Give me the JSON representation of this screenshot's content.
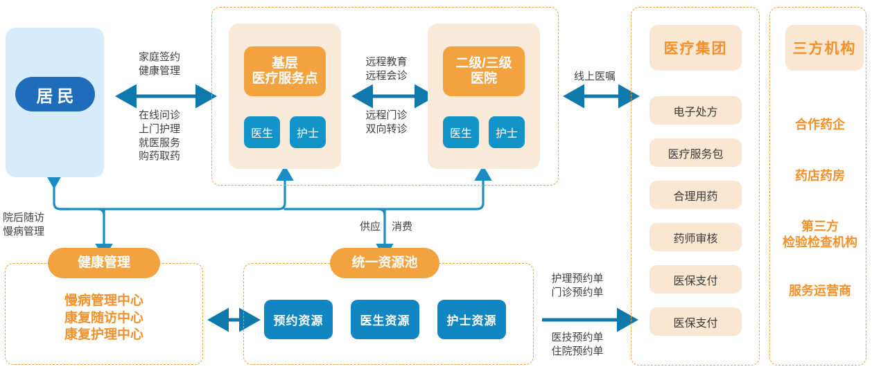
{
  "colors": {
    "orange": "#f2a23e",
    "orange_text": "#f2902c",
    "beige": "#faeada",
    "chip_beige": "#fae7d2",
    "blue_dark": "#1f6cba",
    "cyan": "#1394c9",
    "arrow_blue": "#1079ab",
    "resident_bg": "#d6ecfa",
    "dash_border": "#f0a33c"
  },
  "resident": {
    "label": "居民"
  },
  "care_panel": {
    "primary": {
      "title": "基层\n医疗服务点",
      "roles": [
        "医生",
        "护士"
      ]
    },
    "hospital": {
      "title": "二级/三级\n医院",
      "roles": [
        "医生",
        "护士"
      ]
    }
  },
  "edge_labels": {
    "resident_to_care_top": "家庭签约\n健康管理",
    "resident_to_care_bottom": "在线问诊\n上门护理\n就医服务\n购药取药",
    "care_internal_top": "远程教育\n远程会诊",
    "care_internal_bottom": "远程门诊\n双向转诊",
    "care_to_group": "线上医嘱",
    "post_discharge": "院后随访\n慢病管理",
    "supply": "供应",
    "consume": "消费",
    "orders_top": "护理预约单\n门诊预约单",
    "orders_bottom": "医技预约单\n住院预约单"
  },
  "health_mgmt": {
    "title": "健康管理",
    "items": [
      "慢病管理中心",
      "康复随访中心",
      "康复护理中心"
    ]
  },
  "resource_pool": {
    "title": "统一资源池",
    "items": [
      "预约资源",
      "医生资源",
      "护士资源"
    ]
  },
  "medical_group": {
    "title": "医疗集团",
    "items": [
      "电子处方",
      "医疗服务包",
      "合理用药",
      "药师审核",
      "医保支付",
      "医保支付"
    ]
  },
  "third_party": {
    "title": "三方机构",
    "items": [
      "合作药企",
      "药店药房",
      "第三方\n检验检查机构",
      "服务运营商"
    ]
  }
}
